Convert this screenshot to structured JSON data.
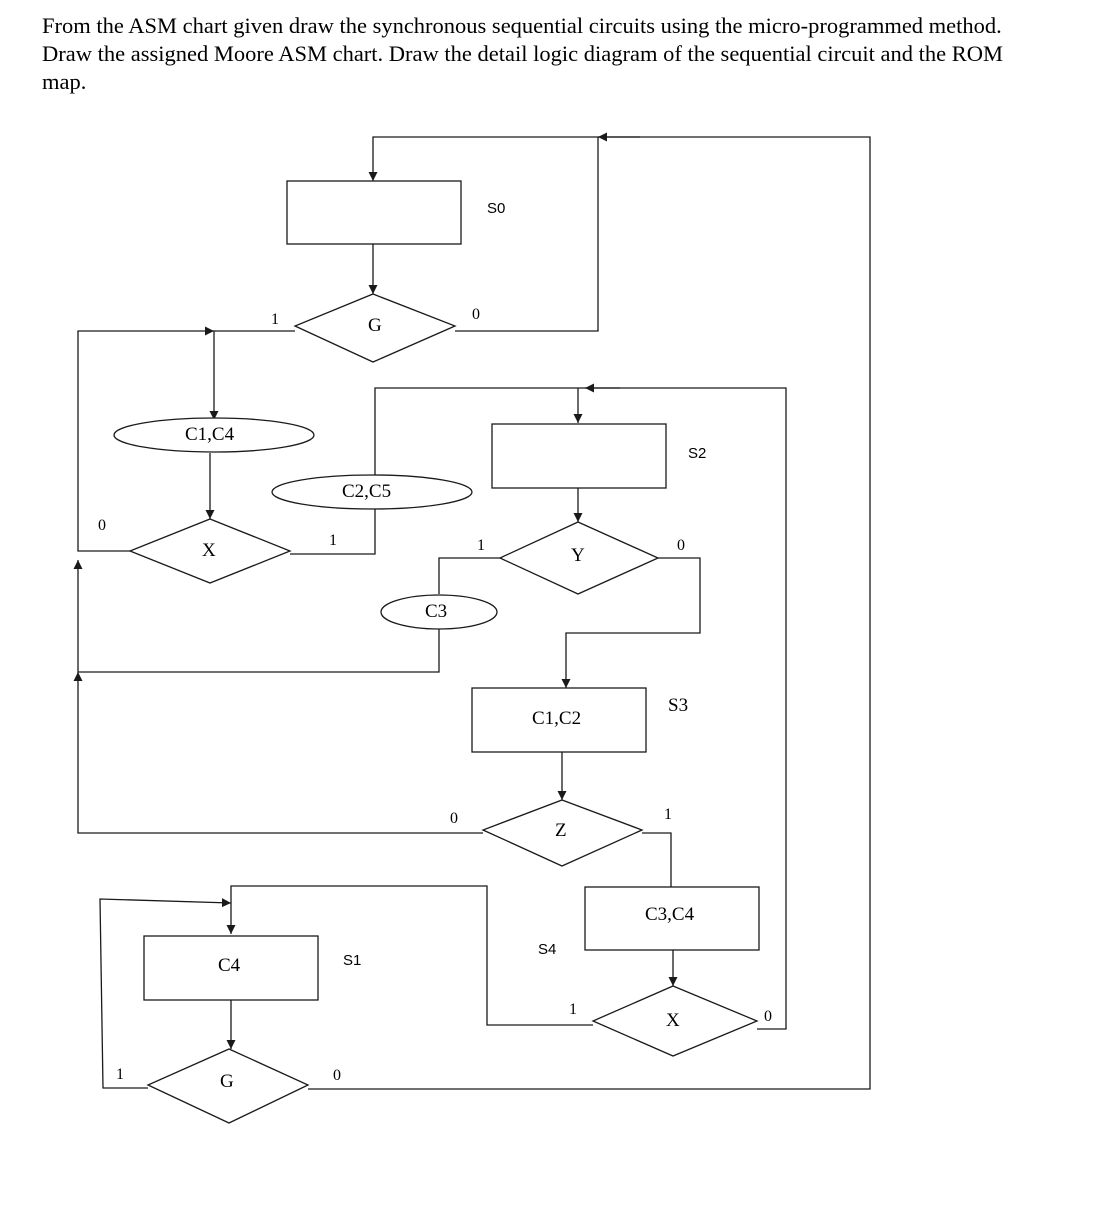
{
  "question": {
    "line1": "From the ASM chart given draw the synchronous sequential circuits using the micro-programmed method.",
    "line2": "Draw the assigned Moore ASM chart. Draw the detail logic diagram of the sequential circuit and the ROM",
    "line3": "map."
  },
  "diagram": {
    "states": [
      {
        "label": "S0",
        "box_text": ""
      },
      {
        "label": "S2",
        "box_text": ""
      },
      {
        "label": "S3",
        "box_text": "C1,C2"
      },
      {
        "label": "S4",
        "box_text": "C3,C4"
      },
      {
        "label": "S1",
        "box_text": "C4"
      }
    ],
    "decisions": [
      {
        "input": "G",
        "branch_left": "1",
        "branch_right": "0"
      },
      {
        "input": "X",
        "branch_left": "0",
        "branch_right": "1"
      },
      {
        "input": "Y",
        "branch_left": "1",
        "branch_right": "0"
      },
      {
        "input": "Z",
        "branch_left": "0",
        "branch_right": "1"
      },
      {
        "input": "X",
        "branch_left": "1",
        "branch_right": "0"
      },
      {
        "input": "G",
        "branch_left": "1",
        "branch_right": "0"
      }
    ],
    "conditional_outputs": [
      "C1,C4",
      "C2,C5",
      "C3"
    ]
  }
}
